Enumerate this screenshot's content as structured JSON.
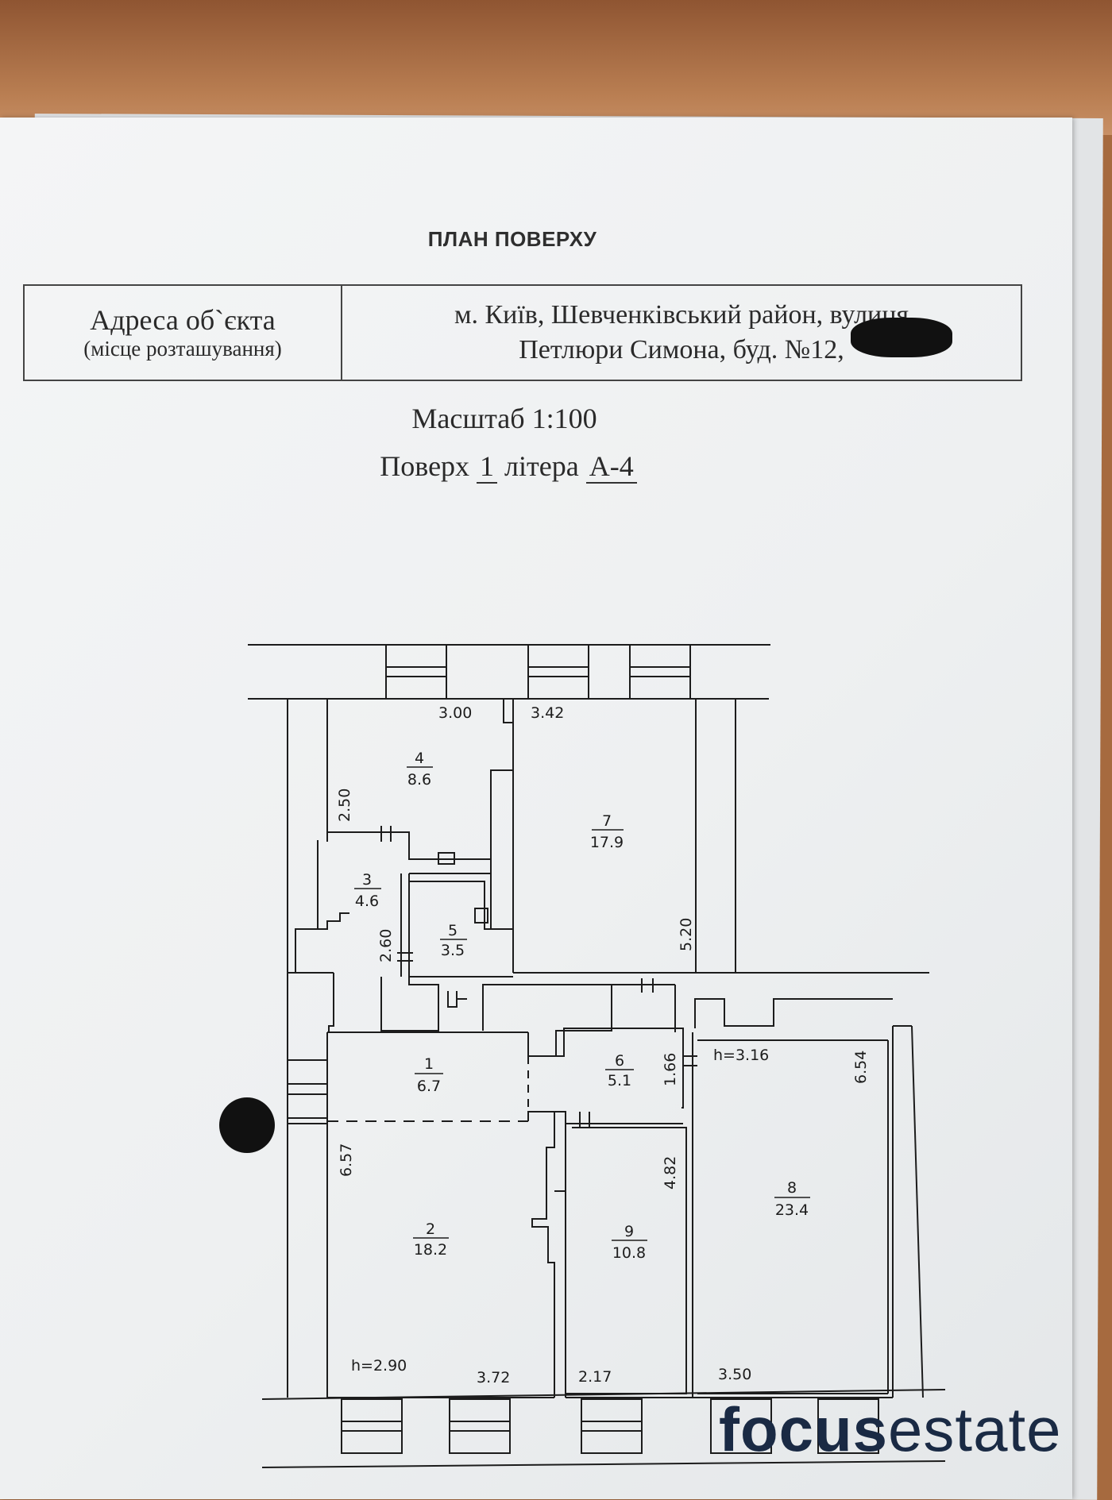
{
  "document": {
    "title": "ПЛАН ПОВЕРХУ",
    "address_label_line1": "Адреса об`єкта",
    "address_label_line2": "(місце розташування)",
    "address_value_line1": "м. Київ, Шевченківський район, вулиця",
    "address_value_line2": "Петлюри Симона, буд. №12,",
    "scale": "Масштаб 1:100",
    "floor_prefix": "Поверх",
    "floor_number": "1",
    "letter_prefix": "літера",
    "letter_value": "А-4"
  },
  "plan": {
    "rooms": [
      {
        "number": "1",
        "area": "6.7"
      },
      {
        "number": "2",
        "area": "18.2"
      },
      {
        "number": "3",
        "area": "4.6"
      },
      {
        "number": "4",
        "area": "8.6"
      },
      {
        "number": "5",
        "area": "3.5"
      },
      {
        "number": "6",
        "area": "5.1"
      },
      {
        "number": "7",
        "area": "17.9"
      },
      {
        "number": "8",
        "area": "23.4"
      },
      {
        "number": "9",
        "area": "10.8"
      }
    ],
    "dimensions": {
      "d300": "3.00",
      "d342": "3.42",
      "d250": "2.50",
      "d260": "2.60",
      "d520": "5.20",
      "d166": "1.66",
      "d654": "6.54",
      "d657": "6.57",
      "d482": "4.82",
      "d372": "3.72",
      "d217": "2.17",
      "d350": "3.50"
    },
    "heights": {
      "h1": "h=3.16",
      "h2": "h=2.90"
    }
  },
  "logo": {
    "part1": "focus",
    "part2": "estate"
  },
  "colors": {
    "desk": "#a66a3f",
    "paper": "#f1f3f4",
    "ink": "#1c1c1c",
    "logo": "#1a2a44"
  }
}
